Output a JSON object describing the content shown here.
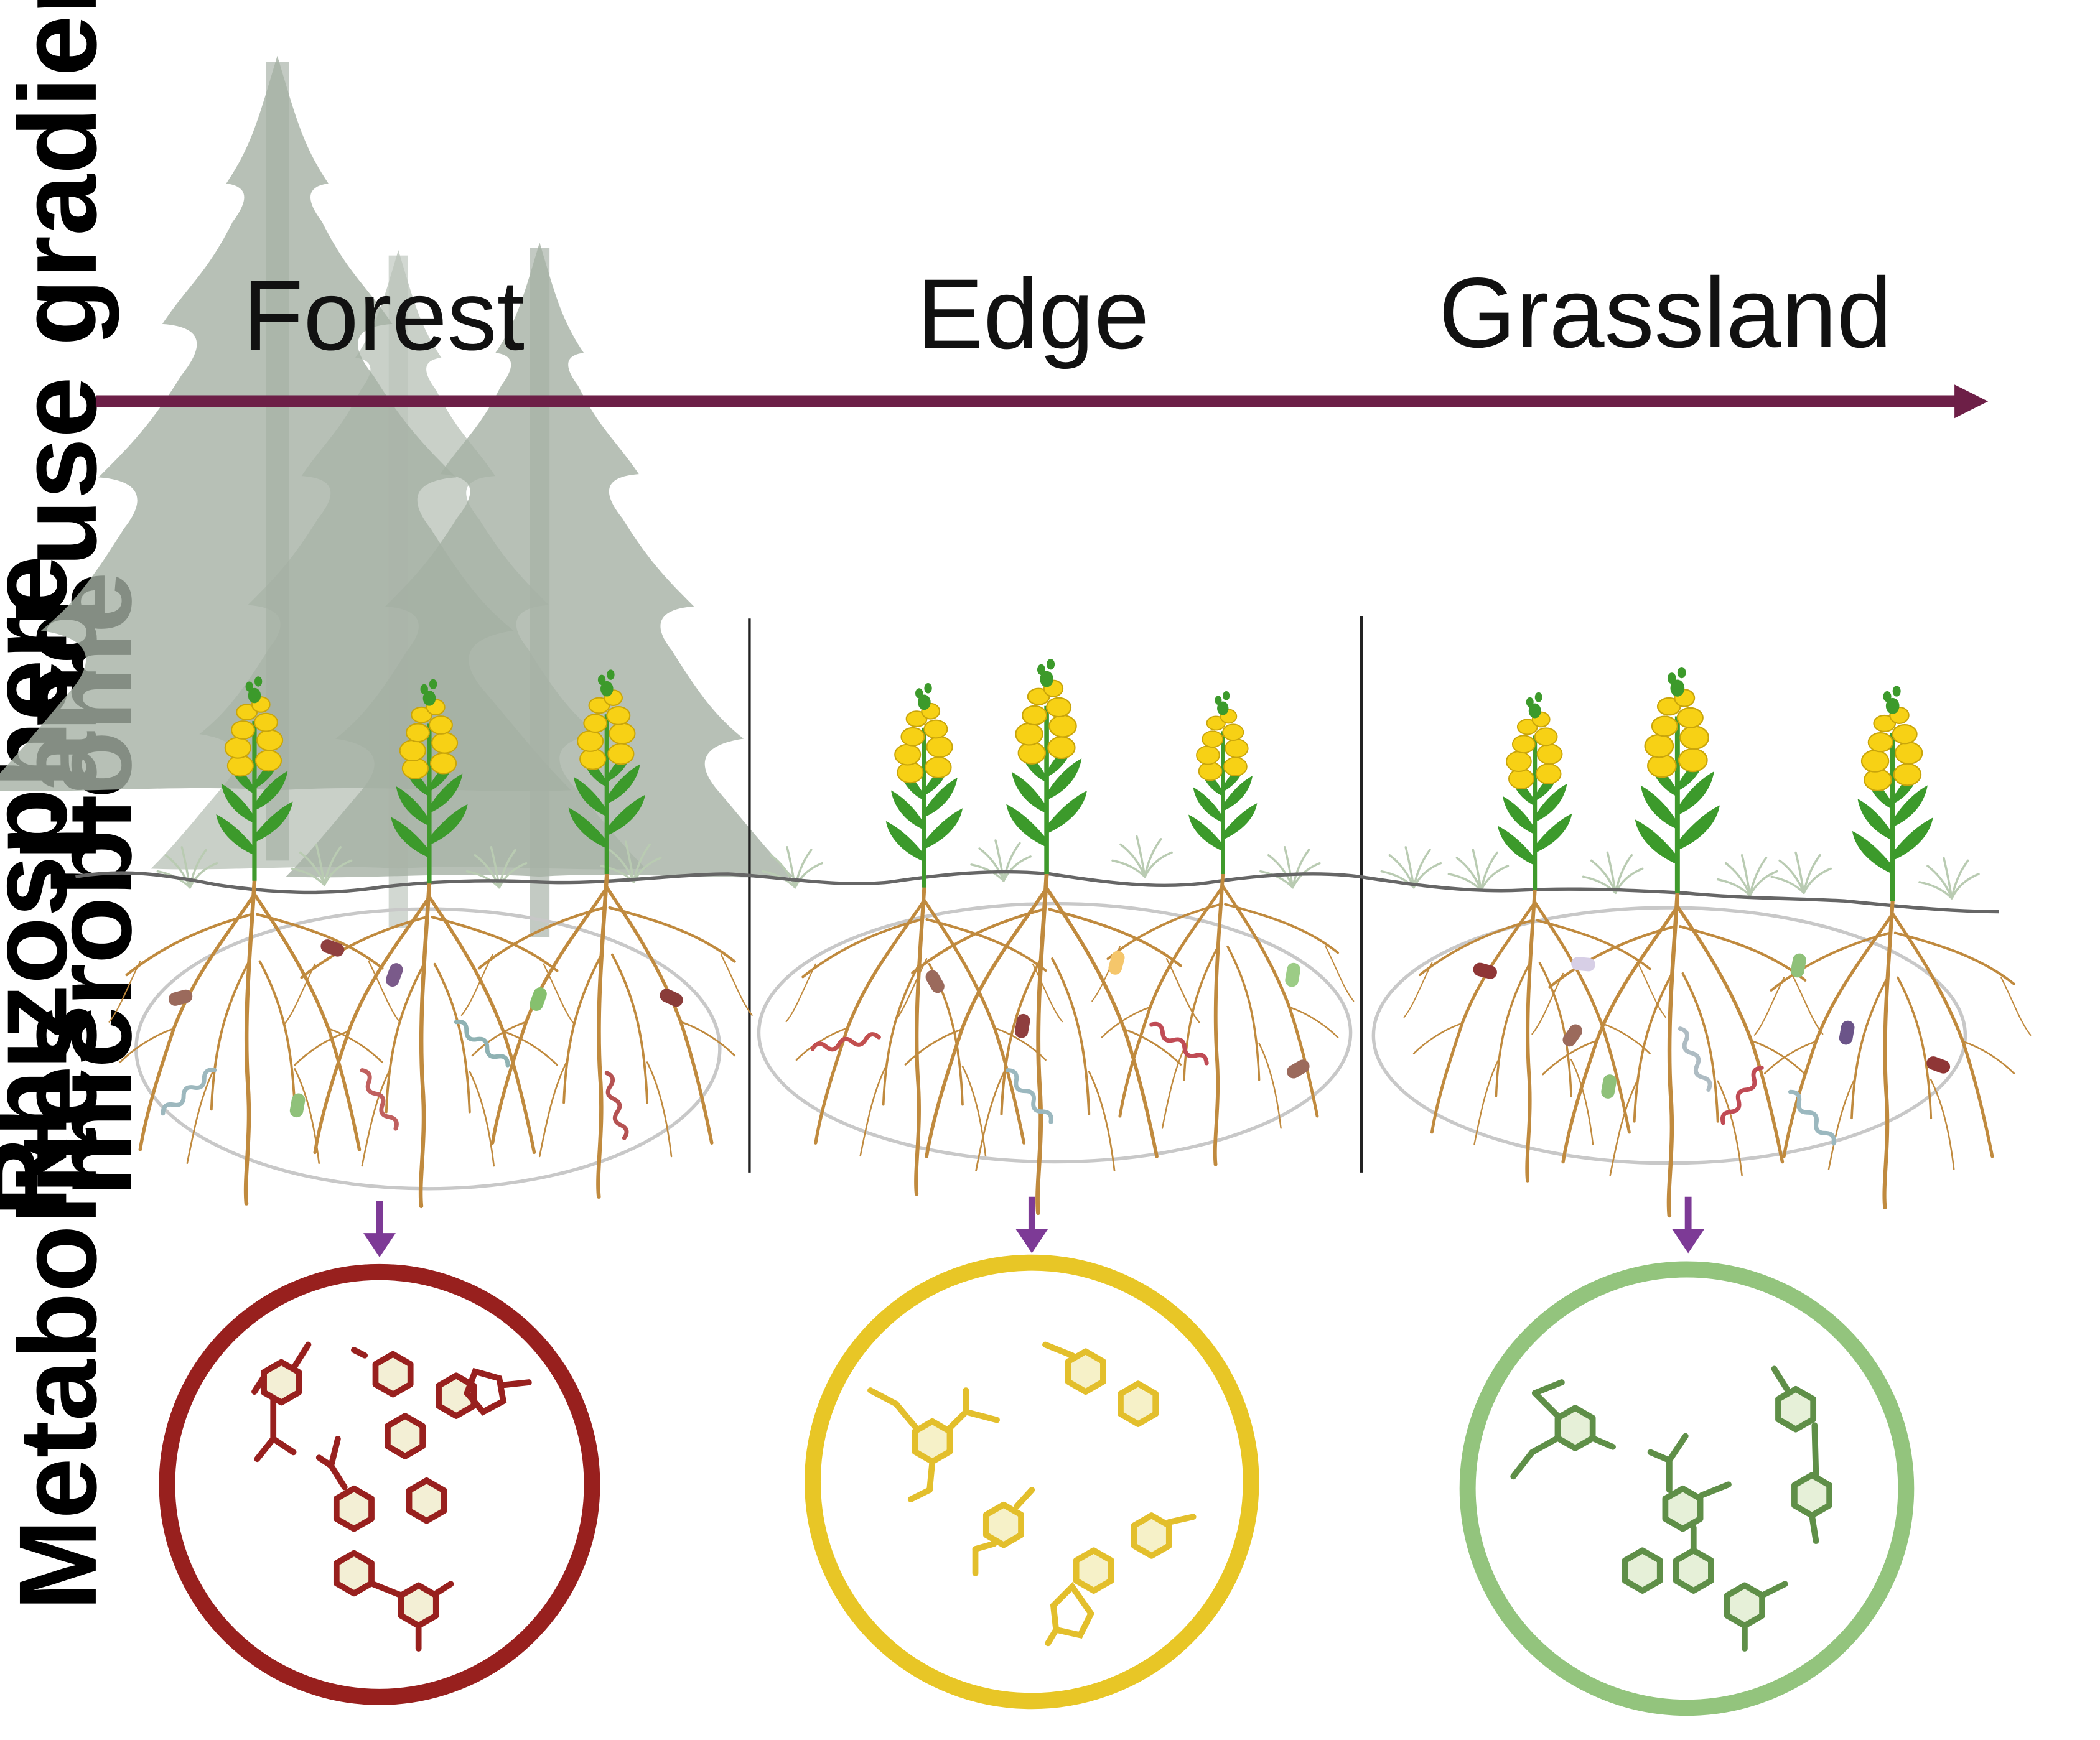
{
  "title": "",
  "gradient": {
    "row_label": "Land use gradient",
    "zones": [
      "Forest",
      "Edge",
      "Grassland"
    ],
    "arrow_color": "#6d1f47"
  },
  "rhizosphere": {
    "row_label_line1": "Rhizosphere",
    "row_label_line2": "microbiome"
  },
  "metabolites": {
    "row_label": "Metabolites",
    "circle_colors": [
      "#98201e",
      "#e8c626",
      "#93c47d"
    ],
    "molecule_colors": [
      "#98201e",
      "#e3bf2c",
      "#5f8f48"
    ]
  },
  "connector_arrow_color": "#7d3a96",
  "icons": [
    "conifer-tree-icon",
    "snapdragon-plant-icon",
    "root-system-icon",
    "bacteria-icon",
    "grass-tuft-icon",
    "molecule-icon"
  ]
}
